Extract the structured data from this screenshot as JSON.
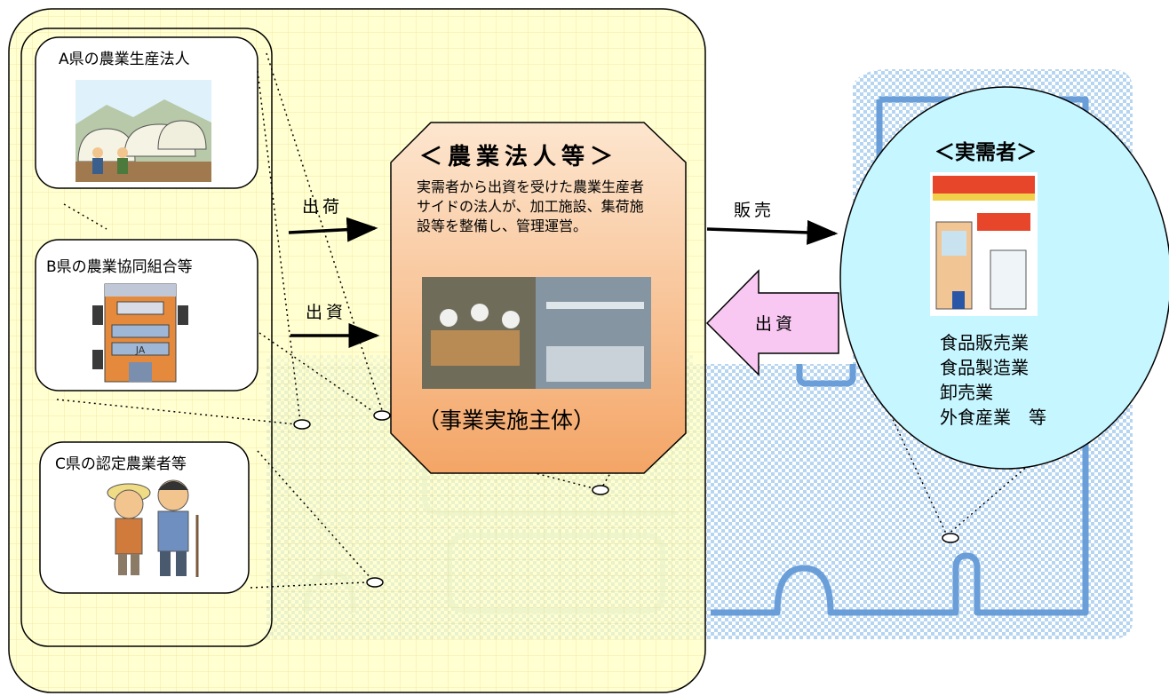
{
  "producers": [
    {
      "label": "A県の農業生産法人",
      "picture": "greenhouse-farmers-illustration"
    },
    {
      "label": "B県の農業協同組合等",
      "picture": "ja-building-illustration"
    },
    {
      "label": "C県の認定農業者等",
      "picture": "farmer-couple-illustration"
    }
  ],
  "flows": {
    "shipping_label": "出荷",
    "investment_label": "出資",
    "sales_label": "販売",
    "customer_investment_label": "出資"
  },
  "entity": {
    "title": "＜農業法人等＞",
    "description": "実需者から出資を受けた農業生産者サイドの法人が、加工施設、集荷施設等を整備し、管理運営。",
    "photo": "food-processing-plant-photo",
    "footer": "（事業実施主体）"
  },
  "customers": {
    "title": "＜実需者＞",
    "picture": "store-illustration",
    "items": [
      "食品販売業",
      "食品製造業",
      "卸売業",
      "外食産業　等"
    ]
  },
  "colors": {
    "panel_fill": "#ffffc0",
    "panel_stroke": "#000000",
    "entity_fill_top": "#fde6cf",
    "entity_fill_bottom": "#f4a566",
    "customer_fill": "#c6f6ff",
    "pink_arrow_fill": "#f8c8f2",
    "map_stroke": "#6a9ed8",
    "grid_line": "#f0e080"
  }
}
